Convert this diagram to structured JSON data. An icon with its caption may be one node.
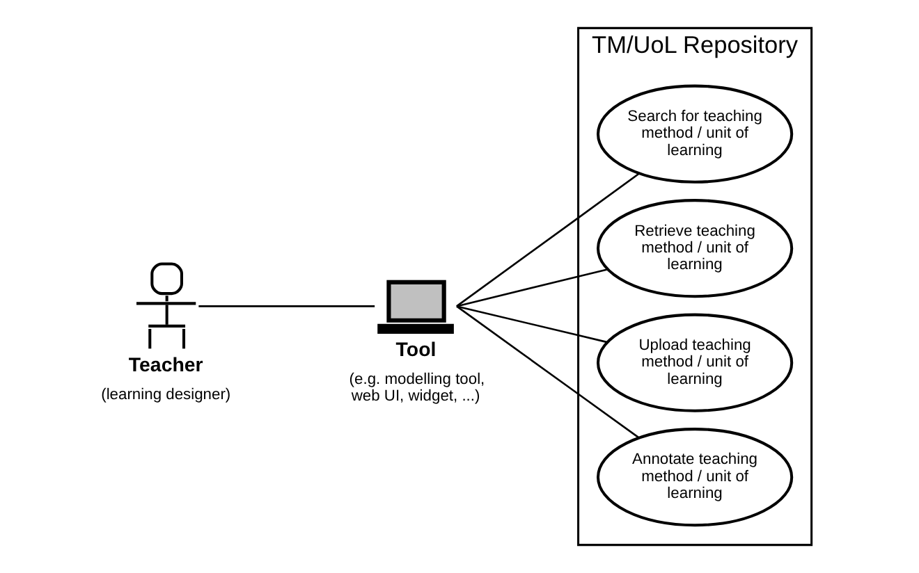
{
  "diagram": {
    "nodes": [
      {
        "text": [
          "Teacher"
        ],
        "beside": [
          "(learning designer)"
        ]
      },
      {
        "text": [
          "Tool"
        ],
        "beside": [
          "(e.g. modelling tool, web UI, widget, ...)"
        ]
      },
      {
        "text": [
          "TM/UoL Repository"
        ]
      },
      {
        "text": [
          "Search for teaching method / unit of learning"
        ],
        "in": 2
      },
      {
        "text": [
          "Retrieve teaching method / unit of learning"
        ],
        "in": 2
      },
      {
        "text": [
          "Upload teaching method / unit of learning"
        ],
        "in": 2
      },
      {
        "text": [
          "Annotate teaching method / unit of learning"
        ],
        "in": 2
      }
    ],
    "edges": [
      {
        "from": 0,
        "to": 1,
        "arrow": "none"
      },
      {
        "from": 1,
        "to": 3,
        "arrow": "none"
      },
      {
        "from": 1,
        "to": 4,
        "arrow": "none"
      },
      {
        "from": 1,
        "to": 5,
        "arrow": "none"
      },
      {
        "from": 1,
        "to": 6,
        "arrow": "none"
      }
    ]
  }
}
